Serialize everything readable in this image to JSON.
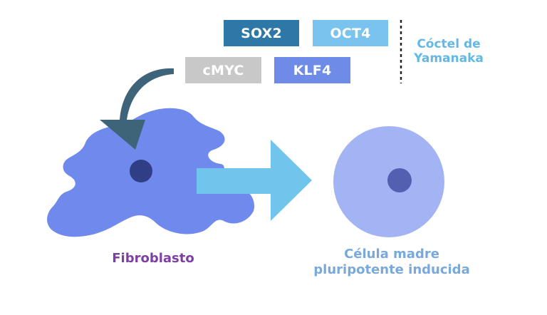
{
  "factors": [
    {
      "label": "SOX2",
      "color": "#2e78a8"
    },
    {
      "label": "OCT4",
      "color": "#79c3ee"
    },
    {
      "label": "cMYC",
      "color": "#c8c8c8"
    },
    {
      "label": "KLF4",
      "color": "#6e8be8"
    }
  ],
  "cocktail_title": {
    "line1": "Cóctel de",
    "line2": "Yamanaka",
    "color": "#63b8e4"
  },
  "fibroblast": {
    "label": "Fibroblasto",
    "label_color": "#7d3fa0",
    "cell_color": "#6f8aec",
    "nucleus_color": "#2f3f85"
  },
  "stem_cell": {
    "line1": "Célula madre",
    "line2": "pluripotente inducida",
    "label_color": "#79a9db",
    "cell_color": "#a3b4f5",
    "nucleus_color": "#5160b0"
  },
  "colors": {
    "curved_arrow": "#3e6479",
    "big_arrow": "#71c4ec",
    "divider": "#222222"
  }
}
